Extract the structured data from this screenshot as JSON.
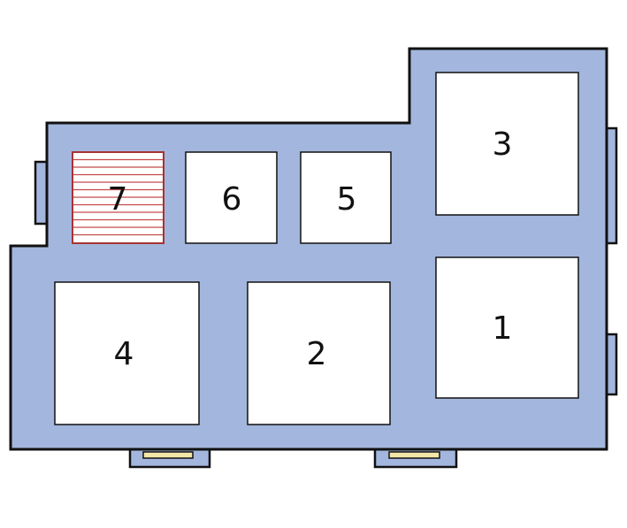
{
  "colors": {
    "housing_fill": "#a3b6dd",
    "outline": "#111111",
    "slot_fill": "#ffffff",
    "clip_fill": "#f2e6a8",
    "highlight_stroke": "#a83232",
    "highlight_lines": "#c44a4a"
  },
  "slots": [
    {
      "id": "slot-1",
      "label": "1",
      "highlighted": false
    },
    {
      "id": "slot-2",
      "label": "2",
      "highlighted": false
    },
    {
      "id": "slot-3",
      "label": "3",
      "highlighted": false
    },
    {
      "id": "slot-4",
      "label": "4",
      "highlighted": false
    },
    {
      "id": "slot-5",
      "label": "5",
      "highlighted": false
    },
    {
      "id": "slot-6",
      "label": "6",
      "highlighted": false
    },
    {
      "id": "slot-7",
      "label": "7",
      "highlighted": true
    }
  ]
}
